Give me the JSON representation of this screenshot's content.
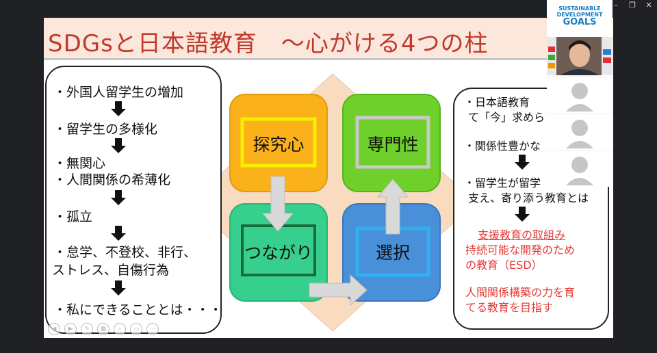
{
  "window": {
    "controls": [
      "–",
      "❐",
      "✕"
    ]
  },
  "slide": {
    "title": "SDGsと日本語教育　～心がける4つの柱",
    "left_items": [
      "・外国人留学生の増加",
      "・留学生の多様化",
      "・無関心",
      "・人間関係の希薄化",
      "・孤立",
      "・怠学、不登校、非行、",
      "ストレス、自傷行為",
      "・私にできることとは・・・"
    ],
    "quadrants": {
      "q1": "探究心",
      "q2": "専門性",
      "q3": "つながり",
      "q4": "選択"
    },
    "right_items": [
      "・日本語教育",
      "て「今」求めら",
      "・関係性豊かな",
      "・留学生が留学",
      "支え、寄り添う教育とは",
      "支援教育の取組み",
      "持続可能な開発のため",
      "の教育（ESD）",
      "人間関係構築の力を育",
      "てる教育を目指す"
    ],
    "colors": {
      "title_bg": "#fbe7dc",
      "title_text": "#c0392b",
      "q1": "#fbb21a",
      "q2": "#6fcf2b",
      "q3": "#37cf8e",
      "q4": "#4a90d9",
      "diamond": "#f9dcc0",
      "red_text": "#e53935"
    }
  },
  "video": {
    "sdg_logo_lines": [
      "SUSTAINABLE",
      "DEVELOPMENT",
      "GOALS"
    ],
    "participant_tiles": 3
  }
}
